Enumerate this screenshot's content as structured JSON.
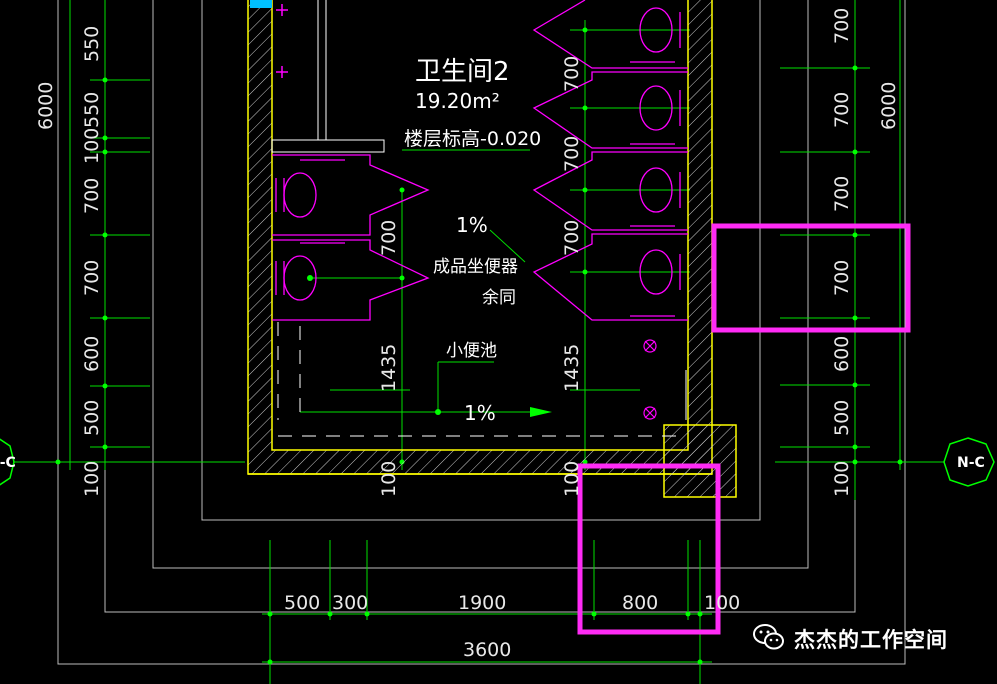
{
  "room": {
    "name": "卫生间2",
    "area": "19.20m²",
    "floor_level": "楼层标高-0.020"
  },
  "annotations": {
    "slope_top": "1%",
    "slope_bottom": "1%",
    "toilet_note": "成品坐便器",
    "toilet_note_2": "余同",
    "urinal_trough": "小便池"
  },
  "axis": {
    "left": "N-C",
    "right": "N-C"
  },
  "dims_left": {
    "total": "6000",
    "segments": [
      "550",
      "550",
      "100",
      "700",
      "700",
      "600",
      "500",
      "100"
    ]
  },
  "dims_right": {
    "total": "6000",
    "segments": [
      "700",
      "700",
      "700",
      "700",
      "600",
      "500",
      "100"
    ]
  },
  "dims_inner_left": [
    "700",
    "1435",
    "100"
  ],
  "dims_inner_right": [
    "700",
    "700",
    "700",
    "1435",
    "100"
  ],
  "dims_bottom": {
    "segments": [
      "500",
      "300",
      "1900",
      "800",
      "100"
    ],
    "total": "3600"
  },
  "watermark": {
    "text": "杰杰的工作空间",
    "icon": "wechat-icon"
  },
  "colors": {
    "background": "#000000",
    "dimension_line": "#00ff00",
    "wall": "#ffff00",
    "fixture": "#ff00ff",
    "highlight_box": "#ff33ff",
    "outline": "#ffffff",
    "axis_bubble": "#00ff00"
  }
}
